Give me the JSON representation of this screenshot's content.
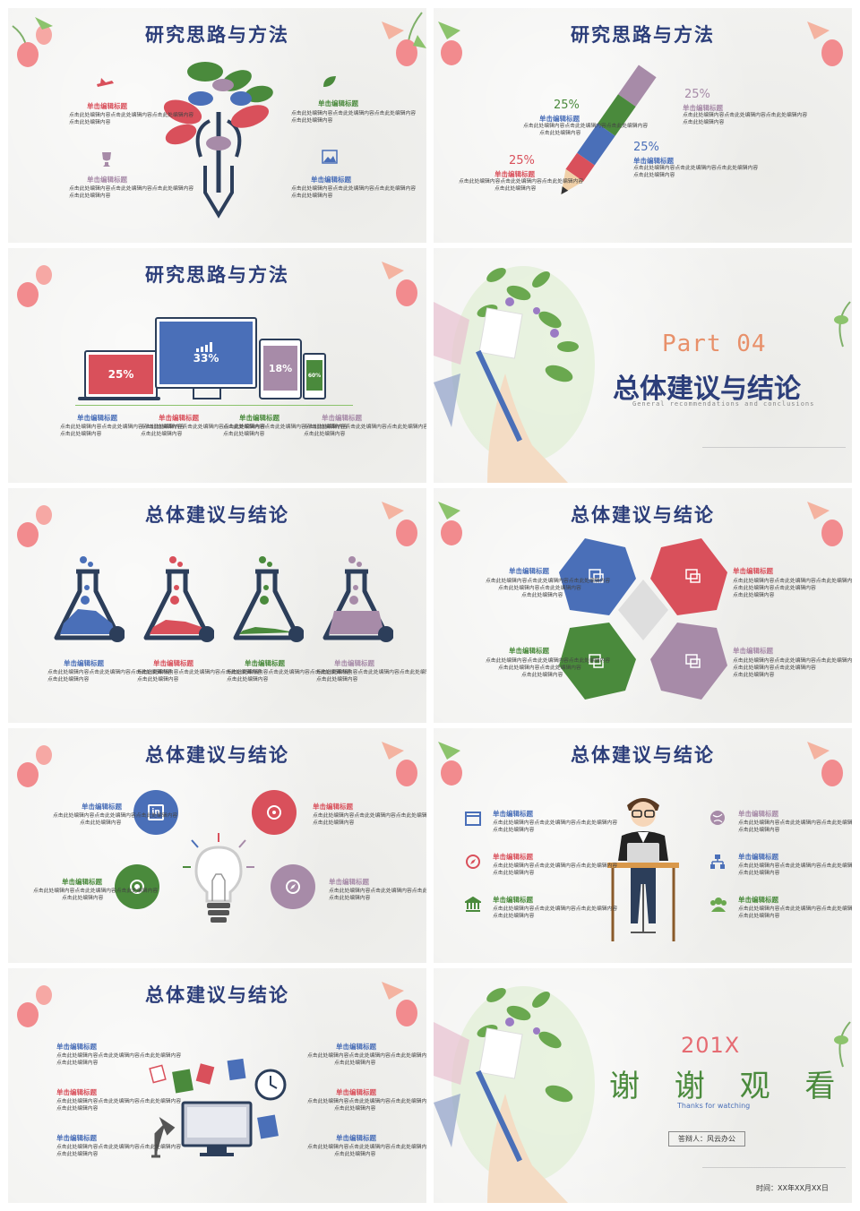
{
  "common": {
    "heading_label": "单击编辑标题",
    "body_line_a": "点击此处编辑内容点击此处编辑内容",
    "body_line_b": "点击此处编辑内容",
    "body_line_c": "点击此处编辑内容点击此处编辑内容点击此处编辑内容"
  },
  "s1": {
    "title": "研究思路与方法"
  },
  "s2": {
    "title": "研究思路与方法",
    "pct1": "25%",
    "pct2": "25%",
    "pct3": "25%",
    "pct4": "25%"
  },
  "s3": {
    "title": "研究思路与方法",
    "laptop": "25%",
    "monitor": "33%",
    "tablet": "18%",
    "phone": "60%"
  },
  "s4": {
    "part": "Part 04",
    "title": "总体建议与结论",
    "subtitle": "General recommendations and conclusions"
  },
  "s5": {
    "title": "总体建议与结论"
  },
  "s6": {
    "title": "总体建议与结论"
  },
  "s7": {
    "title": "总体建议与结论"
  },
  "s8": {
    "title": "总体建议与结论"
  },
  "s9": {
    "title": "总体建议与结论"
  },
  "s10": {
    "year": "201X",
    "thanks": "谢 谢 观 看",
    "thanks_en": "Thanks for watching",
    "speaker": "答辩人：风云办公",
    "date": "时间：XX年XX月XX日"
  },
  "colors": {
    "blue": "#4a6fb8",
    "red": "#d9505b",
    "green": "#4a8a3c",
    "mauve": "#a78ba8",
    "navy": "#2c3e7a"
  }
}
